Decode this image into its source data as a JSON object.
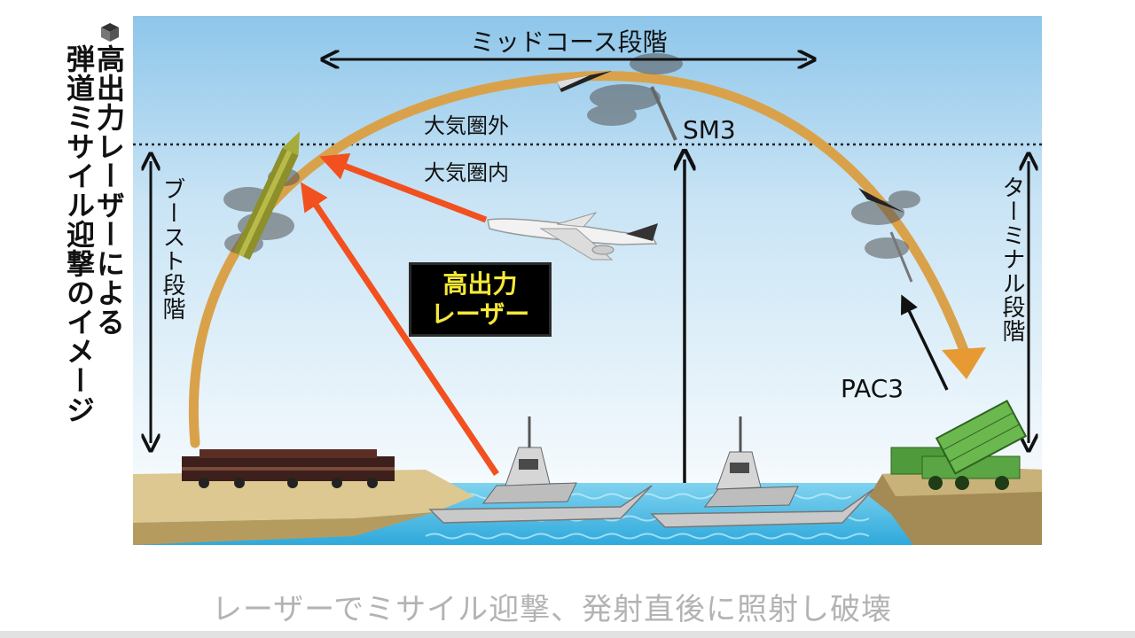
{
  "title": {
    "line1": "高出力レーザーによる",
    "line2": "弾道ミサイル迎撃のイメージ"
  },
  "labels": {
    "midcourse": "ミッドコース段階",
    "boost": "ブースト段階",
    "terminal": "ターミナル段階",
    "outside_atmosphere": "大気圏外",
    "inside_atmosphere": "大気圏内",
    "sm3": "SM3",
    "pac3": "PAC3",
    "laser_line1": "高出力",
    "laser_line2": "レーザー"
  },
  "caption": "レーザーでミサイル迎撃、発射直後に照射し破壊",
  "colors": {
    "sky_top": "#8ec6ea",
    "sky_bottom": "#ffffff",
    "trajectory": "#d9a24a",
    "laser": "#f2501e",
    "sea": "#55c3e6",
    "land": "#d9c48a",
    "laser_text": "#f5e83a"
  }
}
